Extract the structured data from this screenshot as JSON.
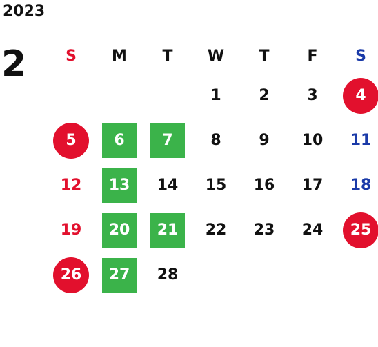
{
  "calendar": {
    "year": "2023",
    "month": "2",
    "weekdays": [
      {
        "label": "S",
        "color": "#e2102d"
      },
      {
        "label": "M",
        "color": "#111111"
      },
      {
        "label": "T",
        "color": "#111111"
      },
      {
        "label": "W",
        "color": "#111111"
      },
      {
        "label": "T",
        "color": "#111111"
      },
      {
        "label": "F",
        "color": "#111111"
      },
      {
        "label": "S",
        "color": "#1a3aa8"
      }
    ],
    "days": [
      {
        "day": "1",
        "col": 3,
        "row": 0,
        "style": "plain",
        "color": "#111111"
      },
      {
        "day": "2",
        "col": 4,
        "row": 0,
        "style": "plain",
        "color": "#111111"
      },
      {
        "day": "3",
        "col": 5,
        "row": 0,
        "style": "plain",
        "color": "#111111"
      },
      {
        "day": "4",
        "col": 6,
        "row": 0,
        "style": "red",
        "color": "#ffffff"
      },
      {
        "day": "5",
        "col": 0,
        "row": 1,
        "style": "red",
        "color": "#ffffff"
      },
      {
        "day": "6",
        "col": 1,
        "row": 1,
        "style": "green",
        "color": "#ffffff"
      },
      {
        "day": "7",
        "col": 2,
        "row": 1,
        "style": "green",
        "color": "#ffffff"
      },
      {
        "day": "8",
        "col": 3,
        "row": 1,
        "style": "plain",
        "color": "#111111"
      },
      {
        "day": "9",
        "col": 4,
        "row": 1,
        "style": "plain",
        "color": "#111111"
      },
      {
        "day": "10",
        "col": 5,
        "row": 1,
        "style": "plain",
        "color": "#111111"
      },
      {
        "day": "11",
        "col": 6,
        "row": 1,
        "style": "plain",
        "color": "#1a3aa8"
      },
      {
        "day": "12",
        "col": 0,
        "row": 2,
        "style": "plain",
        "color": "#e2102d"
      },
      {
        "day": "13",
        "col": 1,
        "row": 2,
        "style": "green",
        "color": "#ffffff"
      },
      {
        "day": "14",
        "col": 2,
        "row": 2,
        "style": "plain",
        "color": "#111111"
      },
      {
        "day": "15",
        "col": 3,
        "row": 2,
        "style": "plain",
        "color": "#111111"
      },
      {
        "day": "16",
        "col": 4,
        "row": 2,
        "style": "plain",
        "color": "#111111"
      },
      {
        "day": "17",
        "col": 5,
        "row": 2,
        "style": "plain",
        "color": "#111111"
      },
      {
        "day": "18",
        "col": 6,
        "row": 2,
        "style": "plain",
        "color": "#1a3aa8"
      },
      {
        "day": "19",
        "col": 0,
        "row": 3,
        "style": "plain",
        "color": "#e2102d"
      },
      {
        "day": "20",
        "col": 1,
        "row": 3,
        "style": "green",
        "color": "#ffffff"
      },
      {
        "day": "21",
        "col": 2,
        "row": 3,
        "style": "green",
        "color": "#ffffff"
      },
      {
        "day": "22",
        "col": 3,
        "row": 3,
        "style": "plain",
        "color": "#111111"
      },
      {
        "day": "23",
        "col": 4,
        "row": 3,
        "style": "plain",
        "color": "#111111"
      },
      {
        "day": "24",
        "col": 5,
        "row": 3,
        "style": "plain",
        "color": "#111111"
      },
      {
        "day": "25",
        "col": 6,
        "row": 3,
        "style": "red",
        "color": "#ffffff"
      },
      {
        "day": "26",
        "col": 0,
        "row": 4,
        "style": "red",
        "color": "#ffffff"
      },
      {
        "day": "27",
        "col": 1,
        "row": 4,
        "style": "green",
        "color": "#ffffff"
      },
      {
        "day": "28",
        "col": 2,
        "row": 4,
        "style": "plain",
        "color": "#111111"
      }
    ]
  }
}
